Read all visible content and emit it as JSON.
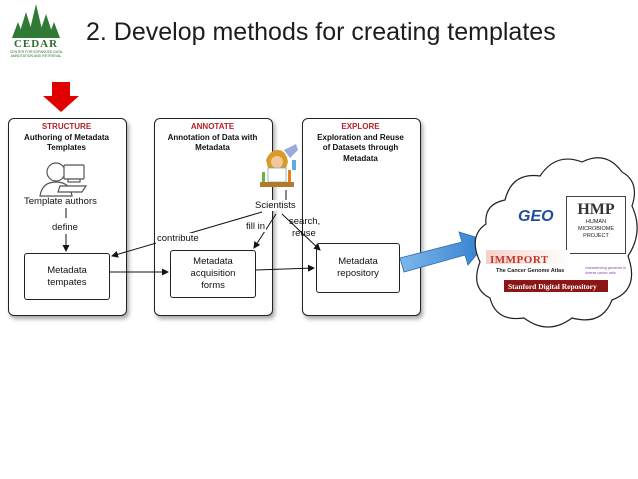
{
  "logo": {
    "name": "CEDAR",
    "subtitle": "CENTER FOR EXPANDED DATA ANNOTATION AND RETRIEVAL"
  },
  "title": "2. Develop methods for creating templates",
  "panels": [
    {
      "heading": "STRUCTURE",
      "line1": "Authoring of Metadata",
      "line2": "Templates"
    },
    {
      "heading": "ANNOTATE",
      "line1": "Annotation of Data with",
      "line2": "Metadata"
    },
    {
      "heading": "EXPLORE",
      "line1": "Exploration and Reuse",
      "line2": "of Datasets through",
      "line3": "Metadata"
    }
  ],
  "boxes": {
    "templates": {
      "line1": "Metadata",
      "line2": "tempates"
    },
    "forms": {
      "line1": "Metadata",
      "line2": "acquisition",
      "line3": "forms"
    },
    "repository": {
      "line1": "Metadata",
      "line2": "repository"
    }
  },
  "labels": {
    "template_authors": "Template authors",
    "define": "define",
    "scientists": "Scientists",
    "contribute": "contribute",
    "fill_in": "fill in",
    "search": "search,",
    "reuse": "reuse"
  },
  "cloud": {
    "geo": "GEO",
    "hmp": "HMP",
    "hmp_line1": "HUMAN",
    "hmp_line2": "MICROBIOME",
    "hmp_line3": "PROJECT",
    "immport": "IMMPORT",
    "tcga": "The Cancer Genome Atlas",
    "tcga_tag": "characterizing genomes in diverse cancer cells",
    "stanford": "Stanford Digital Repository"
  },
  "colors": {
    "heading_red": "#b5222a",
    "down_arrow": "#e00000",
    "big_arrow": "#3a86d4",
    "stanford_bg": "#8c1515",
    "immport_red": "#c0392b"
  }
}
